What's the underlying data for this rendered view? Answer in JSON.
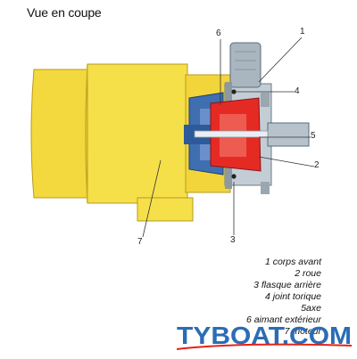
{
  "title": "Vue en coupe",
  "callouts": [
    "1",
    "2",
    "3",
    "4",
    "5",
    "6",
    "7"
  ],
  "legend": [
    "1 corps avant",
    "2 roue",
    "3 flasque arrière",
    "4 joint torique",
    "5axe",
    "6 aimant extérieur",
    "7 moteur"
  ],
  "logo": {
    "text": "TYBOAT.COM",
    "main_color": "#2a6db5",
    "accent_color": "#e2231a"
  },
  "colors": {
    "motor_yellow": "#f6e04a",
    "housing_grey": "#b9c4cd",
    "impeller_red": "#e52a24",
    "magnet_blue": "#3f6fb0"
  }
}
